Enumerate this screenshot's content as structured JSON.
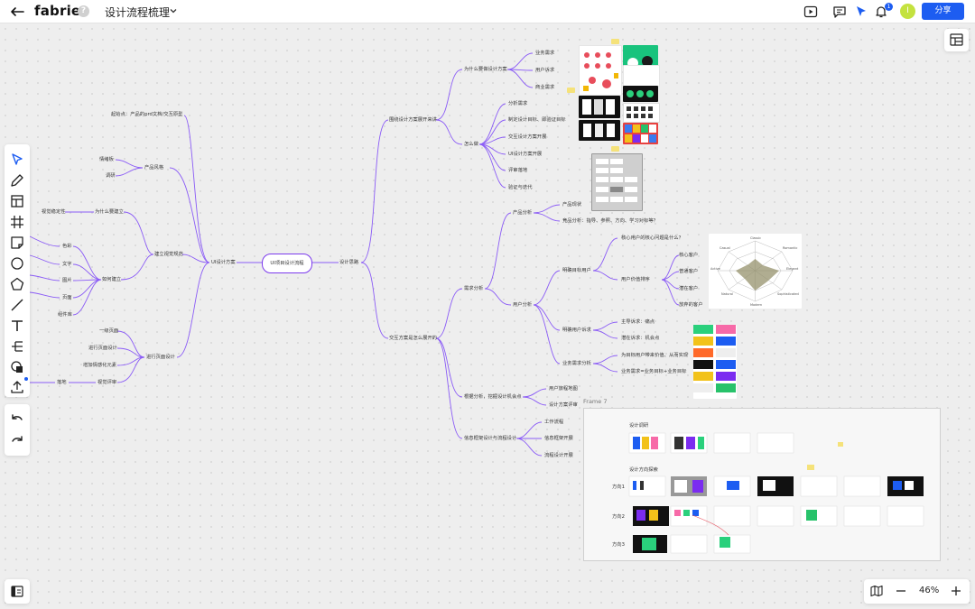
{
  "topbar": {
    "logo": "fabrie",
    "help": "?",
    "doc_title": "设计流程梳理",
    "notification_count": "1",
    "avatar_initial": "I",
    "share_label": "分享"
  },
  "zoom": {
    "level": "46%"
  },
  "mindmap": {
    "root": "UI项目设计流程",
    "left": {
      "branch": "UI设计方案",
      "nodes": {
        "start_point": "起始点：产品的prd文档/交互原型",
        "product_style": "产品风格",
        "moodboard": "情绪板",
        "research": "调研",
        "build_visual_spec": "建立视觉规范",
        "visual_stability": "视觉稳定性",
        "why_build": "为什么要建立",
        "how_build": "如何建立",
        "color": "色彩",
        "text": "文字",
        "image": "图片",
        "page": "页面",
        "component_lib": "组件库",
        "page_design": "进行页面设计",
        "level1_page": "一级页面",
        "do_page_design": "进行页面设计",
        "add_emotion": "增加情感化元素",
        "visual_review": "视觉评审",
        "landing": "落地"
      }
    },
    "right": {
      "branch": "设计思路",
      "nodes": {
        "topic_a": "围绕设计方案展开来讲",
        "why_scheme": "为什么要做设计方案",
        "biz_req": "业务需求",
        "user_req": "用户诉求",
        "business_req": "商业需求",
        "how_do": "怎么做",
        "analyze_req": "分析需求",
        "set_goals": "制定设计目标、即验证目标",
        "ix_expand": "交互设计方案开展",
        "ui_expand": "UI设计方案开展",
        "review_land": "评审落地",
        "verify_iter": "验证与迭代",
        "topic_b": "交互方案是怎么展开的",
        "req_analysis": "需求分析",
        "product_analysis": "产品分析",
        "product_status": "产品现状",
        "competitor": "竞品分析：指导、参照、方向、学习对标等？",
        "user_analysis": "用户分析",
        "target_users": "明确目标用户",
        "core_problem": "核心用户的核心问题是什么？",
        "value_rank": "用户价值排序",
        "core_customer": "核心客户",
        "normal_customer": "普通客户",
        "potential_customer": "潜在客户",
        "give_up_customer": "放弃的客户",
        "user_demand": "明确用户诉求",
        "main_demand": "主导诉求：痛点",
        "latent_demand": "潜在诉求：机会点",
        "biz_analysis": "业务需求分析",
        "value_for_target": "为目标用户带来价值、从而实现",
        "biz_goal": "业务需求=业务目标+业务目标",
        "by_analysis": "根据分析，挖掘设计机会点",
        "journey_map": "用户旅程地图",
        "scheme_review": "设计方案评审",
        "ia_flow": "信息框架设计与流程设计",
        "workflow": "工作流程",
        "ia_expand": "信息框架开展",
        "flow_design": "流程设计开展"
      }
    },
    "radar_labels": [
      "Classic",
      "Romantic",
      "Elegant",
      "Sophisticated",
      "Modern",
      "Natural",
      "Active",
      "Casual"
    ],
    "frame": {
      "label": "Frame 7",
      "section1": "设计调研",
      "section2": "设计方向探索",
      "dir1": "方向1",
      "dir2": "方向2",
      "dir3": "方向3"
    }
  }
}
